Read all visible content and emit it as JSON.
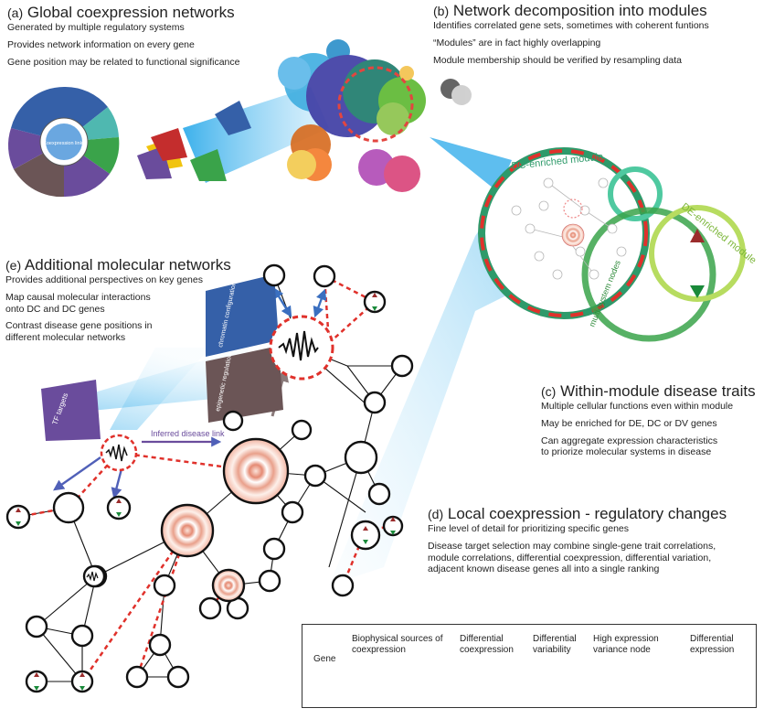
{
  "sections": {
    "a": {
      "tag": "(a)",
      "title": "Global coexpression networks",
      "lines": [
        "Generated by multiple regulatory systems",
        "Provides network information on every gene",
        "Gene position may be related to functional significance"
      ]
    },
    "b": {
      "tag": "(b)",
      "title": "Network decomposition into modules",
      "lines": [
        "Identifies correlated gene sets, sometimes with coherent funtions",
        "“Modules” are in fact highly overlapping",
        "Module membership should be verified by resampling data"
      ]
    },
    "c": {
      "tag": "(c)",
      "title": "Within-module disease traits",
      "lines": [
        "Multiple cellular functions even within module",
        "May be enriched for DE, DC or DV genes",
        "Can aggregate expression characteristics",
        "to priorize molecular systems in disease"
      ]
    },
    "d": {
      "tag": "(d)",
      "title": "Local coexpression - regulatory changes",
      "lines": [
        "Fine level of detail for prioritizing specific genes",
        "Disease target selection may combine single-gene trait correlations,",
        "module correlations, differential coexpression, differential variation,",
        "adjacent known disease genes all into a single ranking"
      ]
    },
    "e": {
      "tag": "(e)",
      "title": "Additional molecular networks",
      "lines": [
        "Provides additional perspectives on key genes",
        "Map causal molecular interactions",
        "onto DC and DC genes",
        "Contrast disease gene positions in",
        "different molecular networks"
      ]
    }
  },
  "wheel": {
    "center_label": "Coexpression links"
  },
  "module_labels": {
    "dc_enriched": "DC-enriched module",
    "de_enriched": "DE-enriched module",
    "multi_system": "multi-system nodes"
  },
  "network_labels": {
    "inferred_link": "Inferred disease link",
    "tf_targets": "TF targets",
    "chromatin": "chromatin configuration",
    "epigenetic": "epigenetic regulation"
  },
  "legend": {
    "gene": "Gene",
    "biophysical": "Biophysical sources of coexpression",
    "diff_coexp": "Differential coexpression",
    "diff_var": "Differential variability",
    "high_var": "High expression variance node",
    "diff_exp": "Differential expression"
  },
  "colors": {
    "blue": "#3560a8",
    "purple": "#6a4c9c",
    "brown": "#6b5556",
    "red": "#c42d2d",
    "yellow": "#f1c40f",
    "green": "#3aa34a",
    "teal": "#4fb8b0",
    "module_green": "#2e9a6a",
    "dashed_red": "#e0312b",
    "arrow_red": "#9b2c2c",
    "arrow_green": "#1a8a3a"
  }
}
